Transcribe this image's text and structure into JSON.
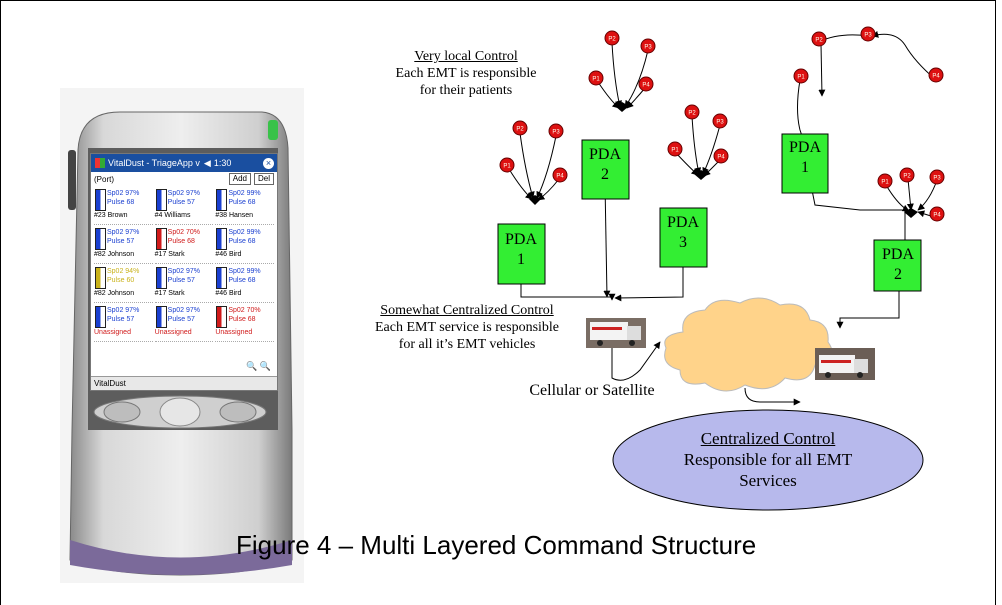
{
  "caption": "Figure 4 – Multi Layered Command Structure",
  "labels": {
    "local_title": "Very local Control",
    "local_line1": "Each EMT is responsible",
    "local_line2": "for their patients",
    "service_title": "Somewhat Centralized Control",
    "service_line1": "Each EMT service is responsible",
    "service_line2": "for all it’s EMT vehicles",
    "network": "Cellular or Satellite",
    "central_title": "Centralized Control",
    "central_line1": "Responsible for all EMT",
    "central_line2": "Services"
  },
  "pdas": [
    {
      "line1": "PDA",
      "line2": "1"
    },
    {
      "line1": "PDA",
      "line2": "2"
    },
    {
      "line1": "PDA",
      "line2": "3"
    },
    {
      "line1": "PDA",
      "line2": "1"
    },
    {
      "line1": "PDA",
      "line2": "2"
    }
  ],
  "patient_labels": [
    "P1",
    "P2",
    "P3",
    "P4"
  ],
  "colors": {
    "pda_fill": "#33ee33",
    "patient_fill": "#dd1111",
    "cloud_fill": "#ffd38a",
    "ellipse_fill": "#b7b9ec"
  },
  "device": {
    "app_title": "VitalDust - TriageApp v",
    "time": "1:30",
    "mode": "(Port)",
    "add_label": "Add",
    "del_label": "Del",
    "bottom_label": "VitalDust",
    "cells": [
      {
        "sp": "Sp02 97%",
        "pulse": "Pulse 68",
        "name": "#23 Brown",
        "color": "#1a3fd0"
      },
      {
        "sp": "Sp02 97%",
        "pulse": "Pulse 57",
        "name": "#4  Williams",
        "color": "#1a3fd0"
      },
      {
        "sp": "Sp02 99%",
        "pulse": "Pulse 68",
        "name": "#38 Hansen",
        "color": "#1a3fd0"
      },
      {
        "sp": "Sp02 97%",
        "pulse": "Pulse 57",
        "name": "#82 Johnson",
        "color": "#1a3fd0"
      },
      {
        "sp": "Sp02 70%",
        "pulse": "Pulse 68",
        "name": "#17 Stark",
        "color": "#d01a1a"
      },
      {
        "sp": "Sp02 99%",
        "pulse": "Pulse 68",
        "name": "#46 Bird",
        "color": "#1a3fd0"
      },
      {
        "sp": "Sp02 94%",
        "pulse": "Pulse 60",
        "name": "#82 Johnson",
        "color": "#c9b21a"
      },
      {
        "sp": "Sp02 97%",
        "pulse": "Pulse 57",
        "name": "#17 Stark",
        "color": "#1a3fd0"
      },
      {
        "sp": "Sp02 99%",
        "pulse": "Pulse 68",
        "name": "#46 Bird",
        "color": "#1a3fd0"
      },
      {
        "sp": "Sp02 97%",
        "pulse": "Pulse 57",
        "name": "Unassigned",
        "color": "#1a3fd0"
      },
      {
        "sp": "Sp02 97%",
        "pulse": "Pulse 57",
        "name": "Unassigned",
        "color": "#1a3fd0"
      },
      {
        "sp": "Sp02 70%",
        "pulse": "Pulse 68",
        "name": "Unassigned",
        "color": "#d01a1a"
      }
    ]
  }
}
